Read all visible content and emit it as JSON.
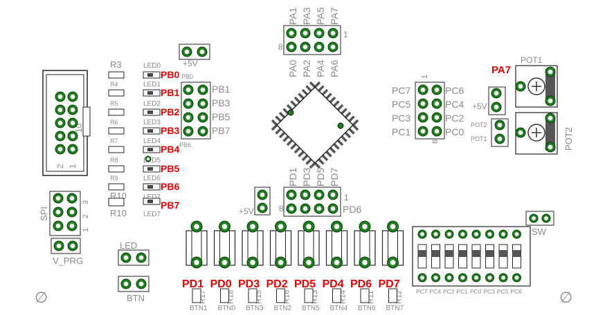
{
  "colors": {
    "pad": "#1e7d1e",
    "silk": "#8a8a8a",
    "highlight": "#e00000",
    "outline": "#222222"
  },
  "port_b_leds": {
    "resistors": [
      "R3",
      "R4",
      "R5",
      "R6",
      "R7",
      "R8",
      "R9",
      "R10"
    ],
    "leds": [
      "LED0",
      "LED1",
      "LED2",
      "LED3",
      "LED4",
      "LED5",
      "LED6",
      "LED7"
    ],
    "pins": [
      "PB0",
      "PB1",
      "PB2",
      "PB3",
      "PB4",
      "PB5",
      "PB6",
      "PB7"
    ]
  },
  "port_b_header": {
    "pins": [
      "PB1",
      "PB3",
      "PB5",
      "PB7"
    ],
    "small_labels": [
      "PB0",
      "PB6"
    ]
  },
  "port_a_header": {
    "top": [
      "PA1",
      "PA3",
      "PA5",
      "PA7"
    ],
    "bottom": [
      "PA0",
      "PA2",
      "PA4",
      "PA6"
    ],
    "pin1": "1",
    "pin8": "8"
  },
  "port_c_header": {
    "left": [
      "PC7",
      "PC5",
      "PC3",
      "PC1"
    ],
    "right": [
      "PC6",
      "PC4",
      "PC2",
      "PC0"
    ],
    "pin1": "1",
    "pin8": "8"
  },
  "port_d_header": {
    "top": [
      "PD1",
      "PD3",
      "PD5",
      "PD7"
    ],
    "name": "PD6",
    "pin1": "1",
    "pin8": "8"
  },
  "power": {
    "plus5v": "+5V"
  },
  "pots": {
    "pot1": "POT1",
    "pot2": "POT2",
    "pa7": "PA7",
    "jumper_labels": [
      "POT2",
      "POT1"
    ]
  },
  "isp": {
    "pin10": "10",
    "pin2": "2",
    "pin1": "1"
  },
  "spi": {
    "label": "SPI",
    "pins": [
      "3",
      "2",
      "1"
    ]
  },
  "vprg": "V_PRG",
  "led_jumper": "LED",
  "btn_jumper": "BTN",
  "switch_label": "SW",
  "buttons": {
    "pd_labels": [
      "PD1",
      "PD0",
      "PD3",
      "PD2",
      "PD5",
      "PD4",
      "PD6",
      "PD7"
    ],
    "resistors": [
      "R17",
      "R18",
      "R15",
      "R16",
      "R13",
      "R14",
      "R11",
      "R12"
    ],
    "btn_labels": [
      "BTN1",
      "BTN0",
      "BTN3",
      "BTN2",
      "BTN5",
      "BTN4",
      "BTN6",
      "BTN7"
    ]
  },
  "dip_labels": [
    "PC7",
    "PC4",
    "PC2",
    "PC1",
    "PC0",
    "PC3",
    "PC5",
    "PC6"
  ],
  "mounting_hole": "∅"
}
